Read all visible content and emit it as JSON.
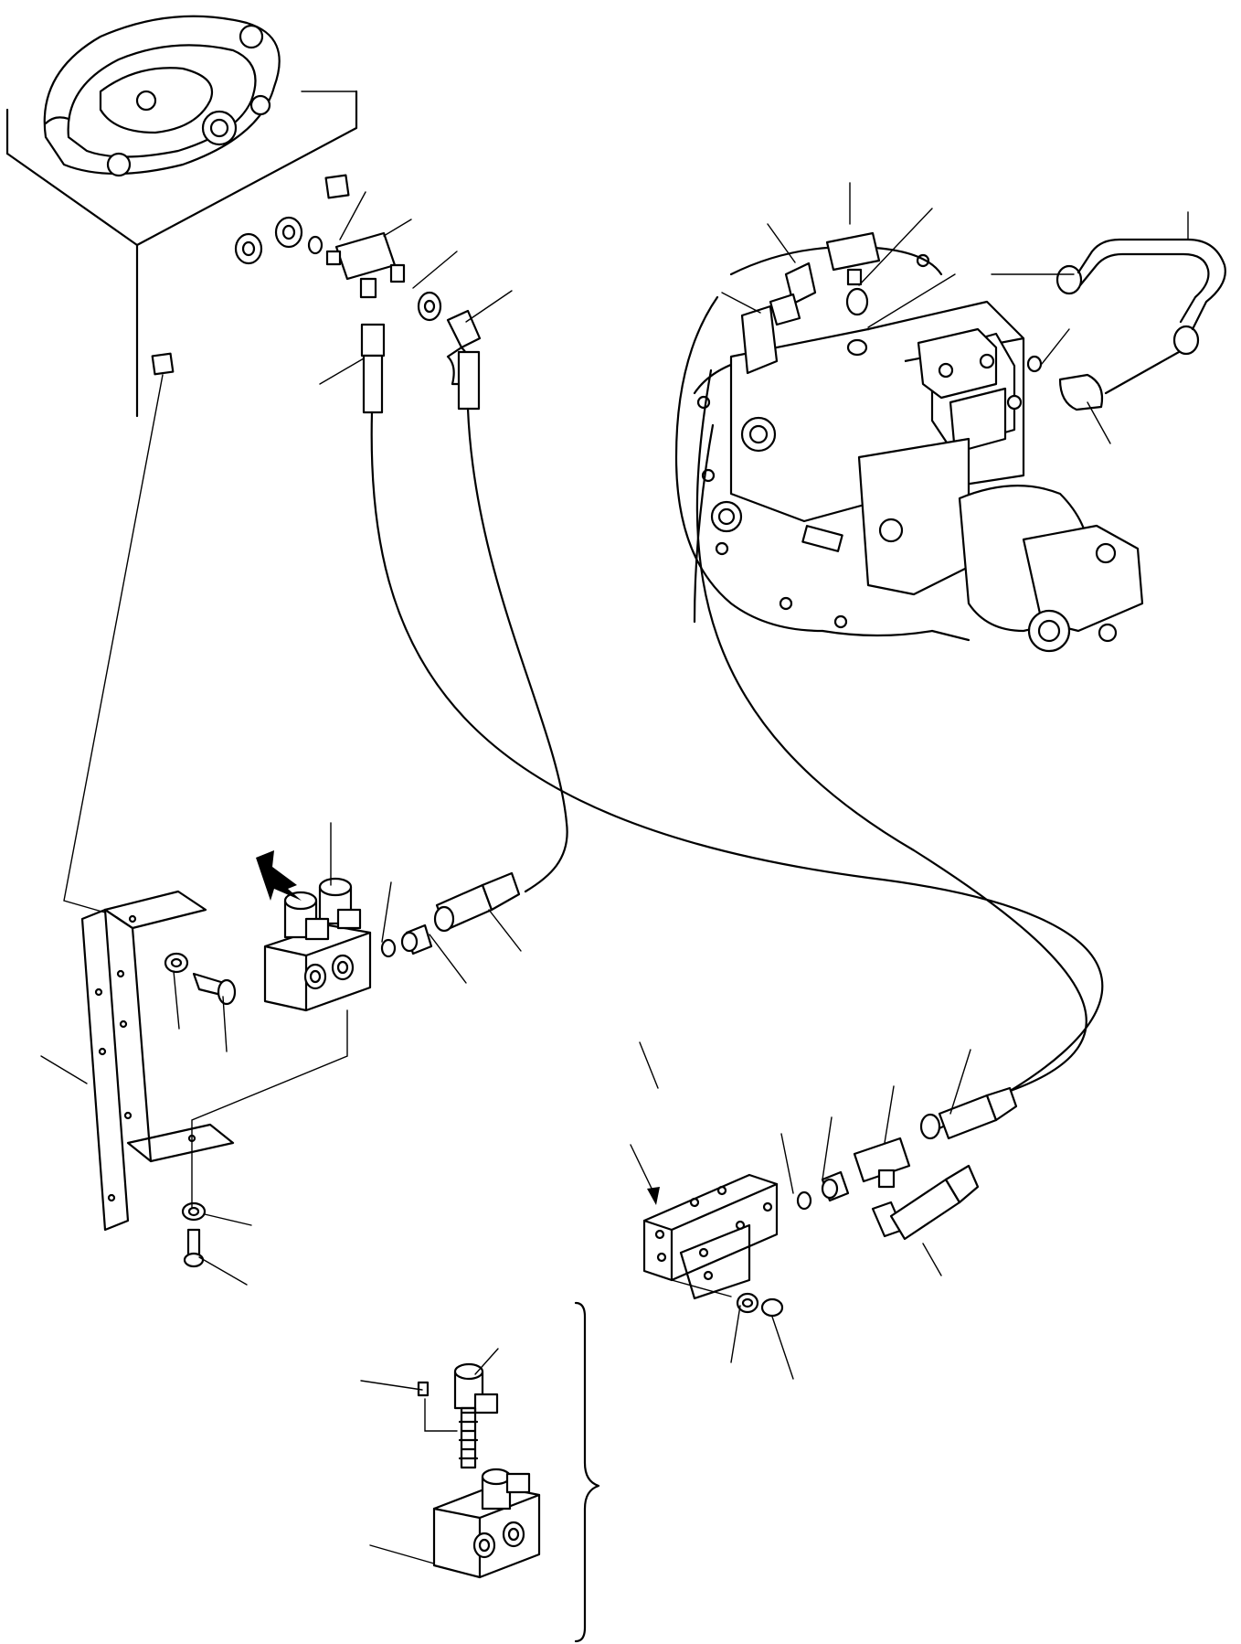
{
  "diagram": {
    "kind": "exploded hydraulic parts drawing",
    "labels": [],
    "callouts": 26,
    "arrows": [
      "valve-block-arrow",
      "manifold-arrow"
    ],
    "ink_color": "#000000",
    "background": "#ffffff"
  }
}
